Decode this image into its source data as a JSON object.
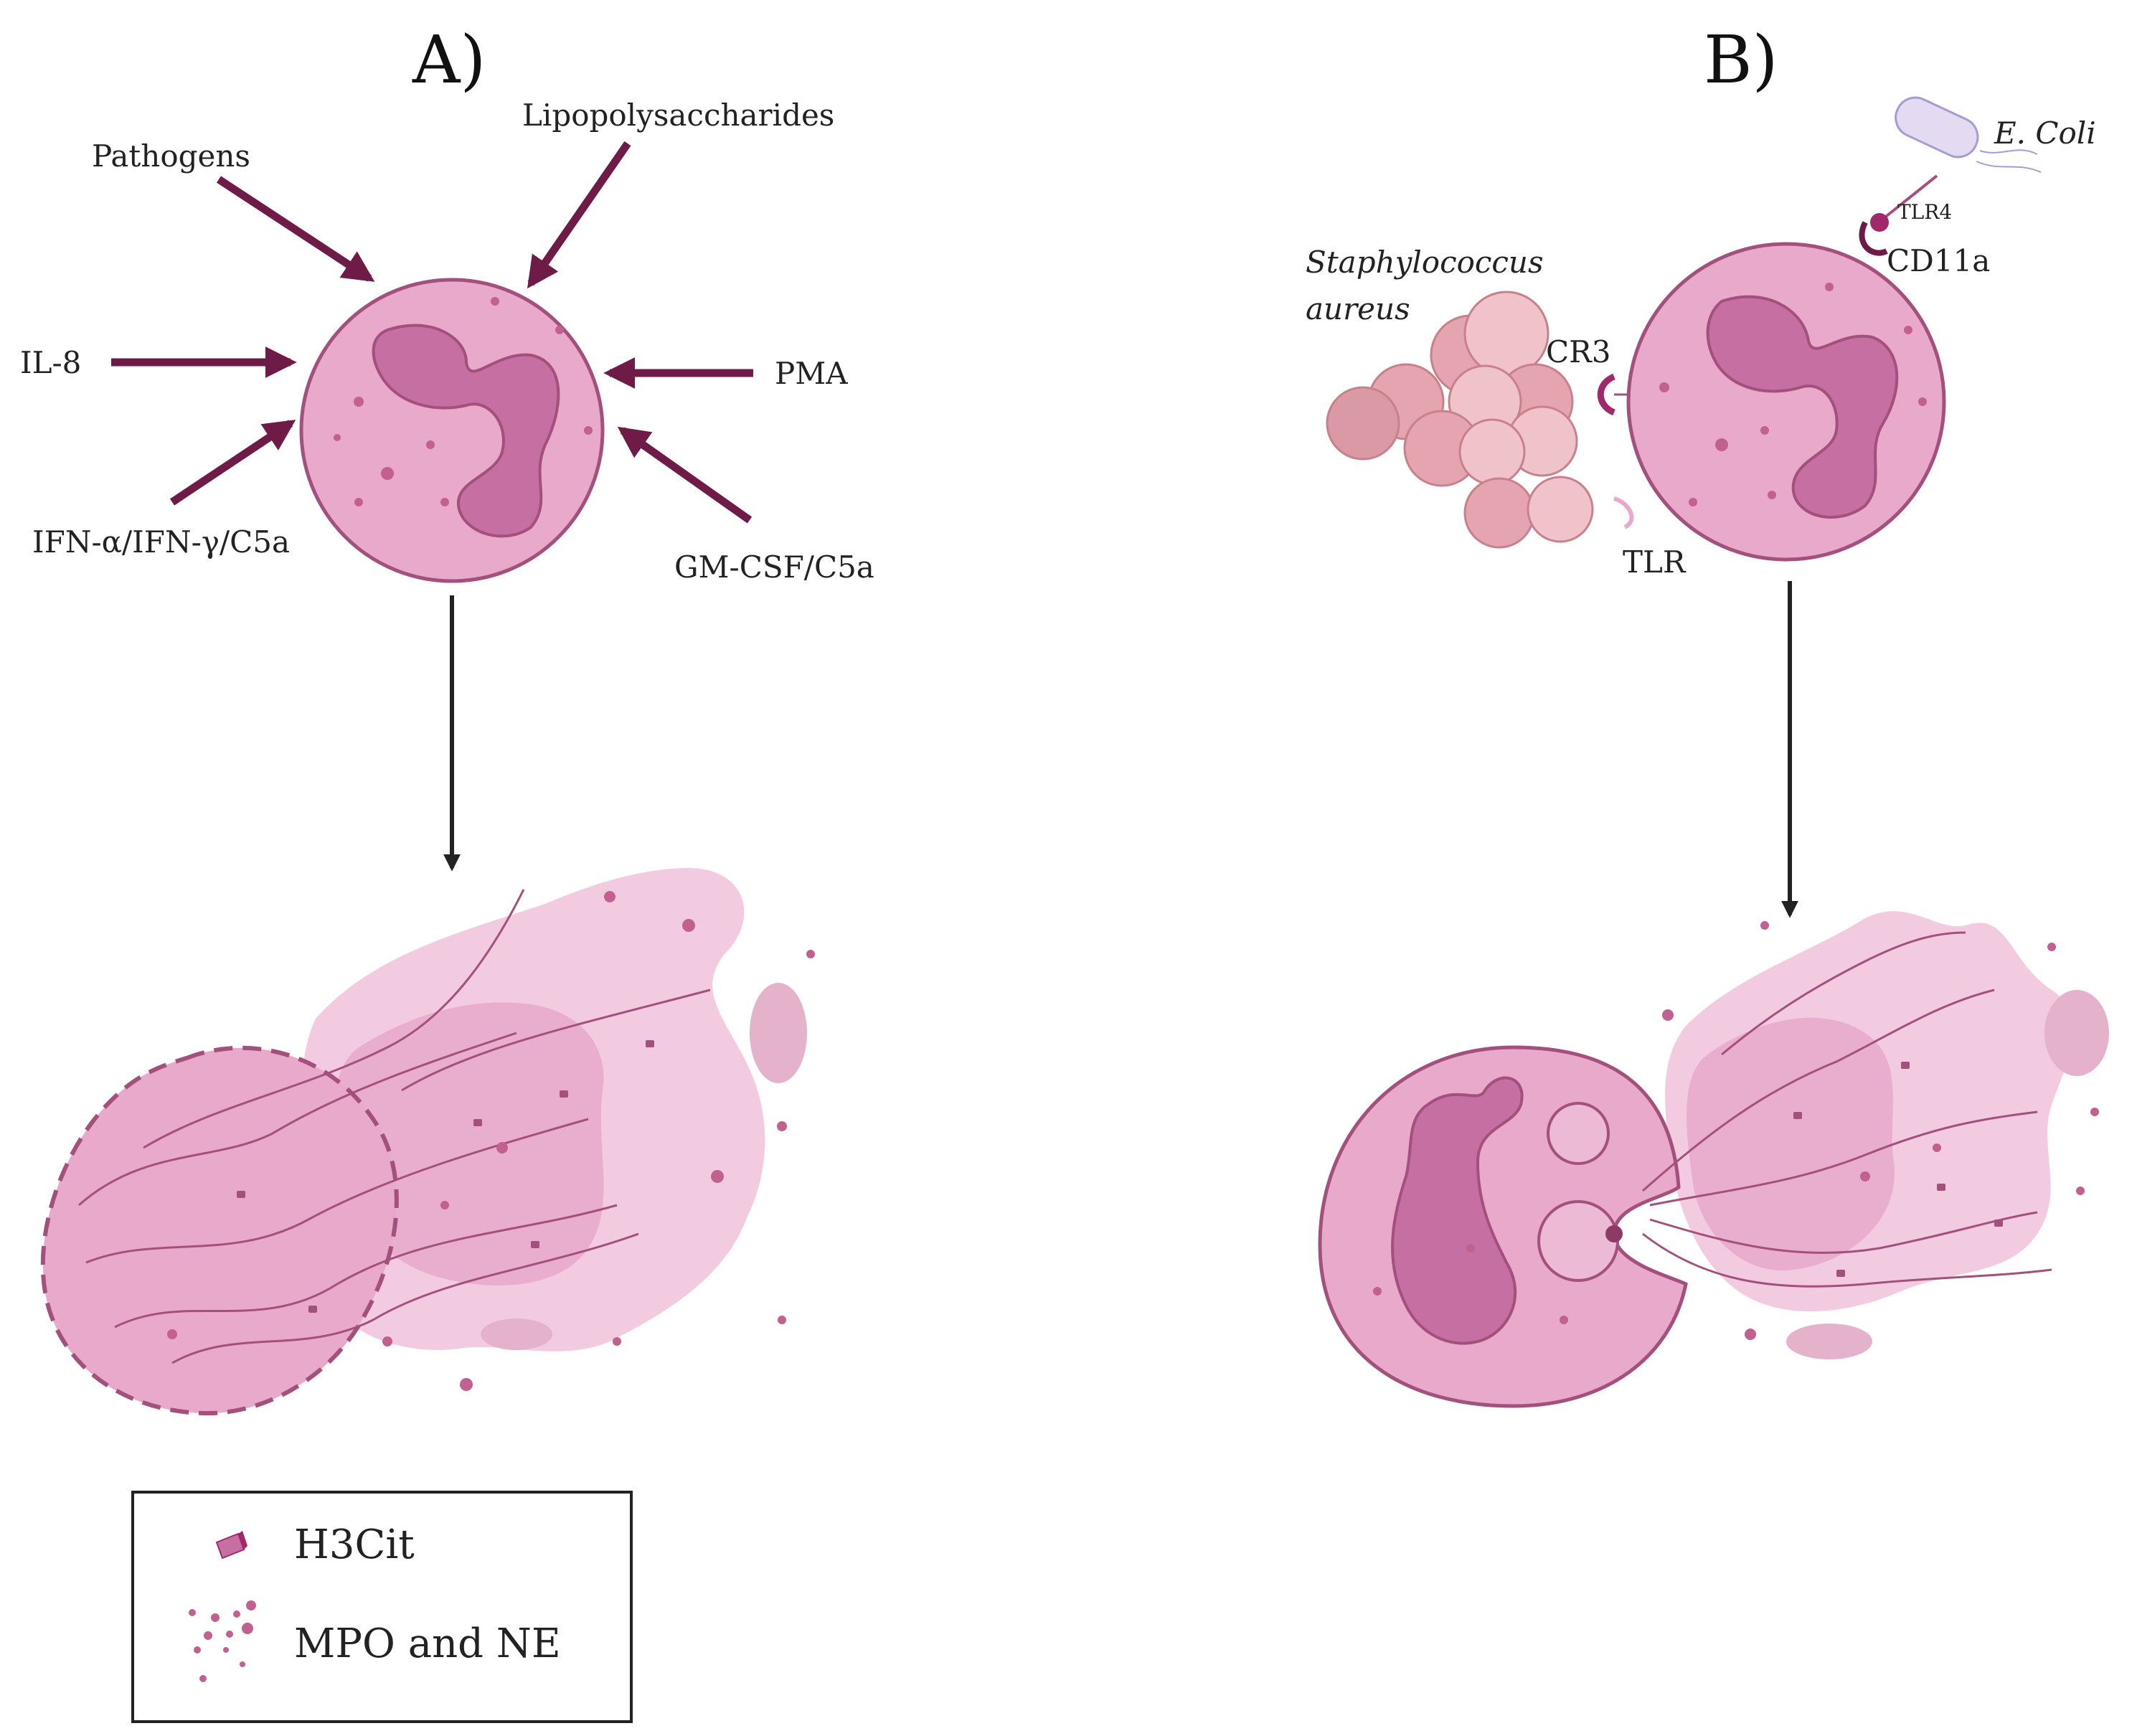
{
  "panels": {
    "a": {
      "label": "A)",
      "stimuli": {
        "pathogens": "Pathogens",
        "lipopolysaccharides": "Lipopolysaccharides",
        "il8": "IL-8",
        "pma": "PMA",
        "ifn": "IFN-α/IFN-γ/C5a",
        "gmcsf": "GM-CSF/C5a"
      }
    },
    "b": {
      "label": "B)",
      "bacteria": {
        "e_coli": "E. Coli",
        "staph_line1": "Staphylococcus",
        "staph_line2": "aureus"
      },
      "receptors": {
        "tlr4": "TLR4",
        "cd11a": "CD11a",
        "cr3": "CR3",
        "tlr": "TLR"
      }
    }
  },
  "legend": {
    "items": [
      {
        "label": "H3Cit",
        "icon": "h3cit-icon"
      },
      {
        "label": "MPO and NE",
        "icon": "mpo-ne-dots-icon"
      }
    ]
  },
  "colors": {
    "arrow": "#6e1b47",
    "cell_fill": "#e8a9cb",
    "cell_stroke": "#a3507c",
    "nucleus": "#c56fa2",
    "net_light": "#f3cbe0",
    "net_mid": "#e9aecd",
    "granule": "#c2608f",
    "staph": "#e4a4b0"
  }
}
